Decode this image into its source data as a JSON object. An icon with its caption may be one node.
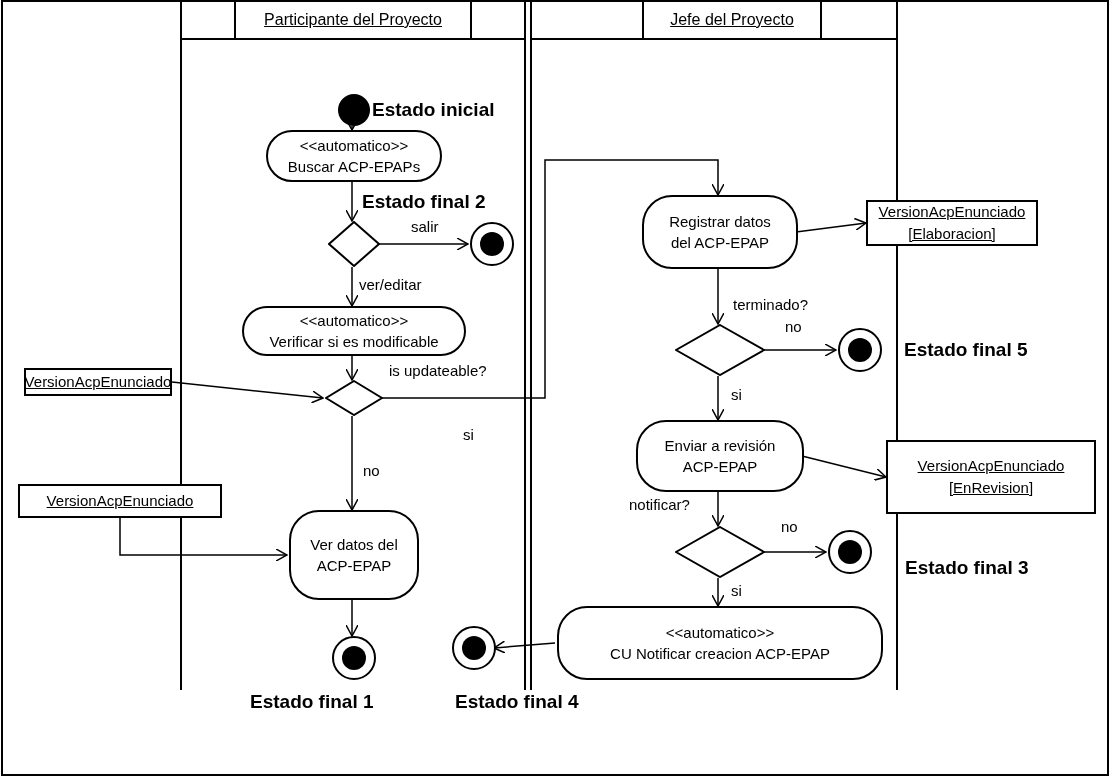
{
  "diagram": {
    "nodes": [
      {
        "text": [
          "Participante del Proyecto"
        ]
      },
      {
        "text": [
          "Jefe del Proyecto"
        ]
      },
      {
        "text": [],
        "shape": "circle",
        "in": 0,
        "beside": [
          "Estado inicial"
        ]
      },
      {
        "text": [
          "<<automatico>>",
          "Buscar ACP-EPAPs"
        ],
        "in": 0
      },
      {
        "text": [],
        "shape": "diamond",
        "in": 0
      },
      {
        "text": [],
        "shape": "circle",
        "in": 0,
        "beside": [
          "Estado final 2"
        ]
      },
      {
        "text": [
          "<<automatico>>",
          "Verificar si es modificable"
        ],
        "in": 0
      },
      {
        "text": [
          "VersionAcpEnunciado"
        ]
      },
      {
        "text": [],
        "shape": "diamond",
        "in": 0
      },
      {
        "text": [
          "VersionAcpEnunciado"
        ]
      },
      {
        "text": [
          "Ver datos del ACP-EPAP"
        ],
        "in": 0
      },
      {
        "text": [],
        "shape": "circle",
        "in": 0,
        "beside": [
          "Estado final 1"
        ]
      },
      {
        "text": [
          "Registrar datos del ACP-EPAP"
        ],
        "in": 1
      },
      {
        "text": [
          "VersionAcpEnunciado",
          "[Elaboracion]"
        ]
      },
      {
        "text": [],
        "shape": "diamond",
        "in": 1
      },
      {
        "text": [],
        "shape": "circle",
        "in": 1,
        "beside": [
          "Estado final 5"
        ]
      },
      {
        "text": [
          "Enviar a revisión ACP-EPAP"
        ],
        "in": 1
      },
      {
        "text": [
          "VersionAcpEnunciado",
          "[EnRevision]"
        ]
      },
      {
        "text": [],
        "shape": "diamond",
        "in": 1
      },
      {
        "text": [],
        "shape": "circle",
        "in": 1,
        "beside": [
          "Estado final 3"
        ]
      },
      {
        "text": [
          "<<automatico>>",
          "CU Notificar creacion ACP-EPAP"
        ],
        "in": 1
      },
      {
        "text": [],
        "shape": "circle",
        "in": 0
      }
    ],
    "labels": [
      "Estado final 4"
    ],
    "edges": [
      {
        "from": 2,
        "to": 3,
        "arrow": "to"
      },
      {
        "from": 3,
        "to": 4,
        "arrow": "to"
      },
      {
        "from": 4,
        "to": 5,
        "arrow": "to",
        "label": "salir"
      },
      {
        "from": 4,
        "to": 6,
        "arrow": "to",
        "label": "ver/editar"
      },
      {
        "from": 6,
        "to": 8,
        "arrow": "to",
        "label": "is updateable?"
      },
      {
        "from": 7,
        "to": 8,
        "arrow": "to"
      },
      {
        "from": 8,
        "to": 12,
        "arrow": "to",
        "label": "si"
      },
      {
        "from": 8,
        "to": 10,
        "arrow": "to",
        "label": "no"
      },
      {
        "from": 9,
        "to": 10,
        "arrow": "to"
      },
      {
        "from": 10,
        "to": 11,
        "arrow": "to"
      },
      {
        "from": 12,
        "to": 13,
        "arrow": "to"
      },
      {
        "from": 12,
        "to": 14,
        "arrow": "to",
        "label": "terminado?"
      },
      {
        "from": 14,
        "to": 15,
        "arrow": "to",
        "label": "no"
      },
      {
        "from": 14,
        "to": 16,
        "arrow": "to",
        "label": "si"
      },
      {
        "from": 16,
        "to": 17,
        "arrow": "to"
      },
      {
        "from": 16,
        "to": 18,
        "arrow": "to",
        "label": "notificar?"
      },
      {
        "from": 18,
        "to": 19,
        "arrow": "to",
        "label": "no"
      },
      {
        "from": 18,
        "to": 20,
        "arrow": "to",
        "label": "si"
      },
      {
        "from": 20,
        "to": 21,
        "arrow": "to"
      }
    ]
  }
}
